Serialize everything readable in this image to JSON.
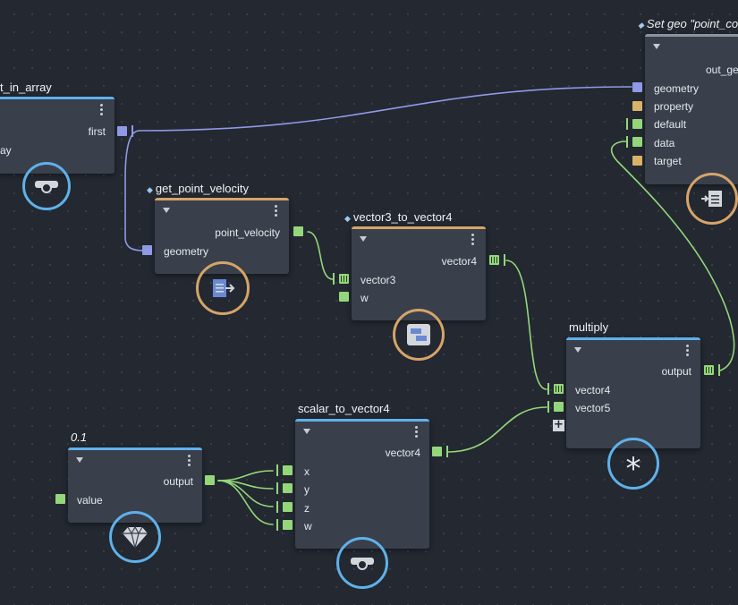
{
  "colors": {
    "background": "#232831",
    "node_body": "#39404b",
    "accent_blue": "#5fb1ea",
    "accent_orange": "#d6a469",
    "port_green": "#93d77a",
    "port_purple": "#8e9ae6",
    "port_yellow": "#d9b26a"
  },
  "nodes": {
    "get_first_in_array": {
      "title": "t_in_array",
      "outputs": [
        "first"
      ],
      "inputs": [
        "ray"
      ],
      "icon": "camera-icon"
    },
    "set_geo": {
      "title": "Set geo \"point_co",
      "outputs": [
        "out_ge"
      ],
      "inputs": [
        "geometry",
        "property",
        "default",
        "data",
        "target"
      ],
      "icon": "set-data-icon"
    },
    "get_point_velocity": {
      "title": "get_point_velocity",
      "outputs": [
        "point_velocity"
      ],
      "inputs": [
        "geometry"
      ],
      "icon": "get-data-icon"
    },
    "vector3_to_vector4": {
      "title": "vector3_to_vector4",
      "outputs": [
        "vector4"
      ],
      "inputs": [
        "vector3",
        "w"
      ],
      "icon": "convert-icon"
    },
    "multiply": {
      "title": "multiply",
      "outputs": [
        "output"
      ],
      "inputs": [
        "vector4",
        "vector5"
      ],
      "icon": "asterisk-icon",
      "symbol": "*"
    },
    "scalar_to_vector4": {
      "title": "scalar_to_vector4",
      "outputs": [
        "vector4"
      ],
      "inputs": [
        "x",
        "y",
        "z",
        "w"
      ],
      "icon": "camera-icon"
    },
    "constant": {
      "title": "0.1",
      "outputs": [
        "output"
      ],
      "inputs": [
        "value"
      ],
      "icon": "diamond-icon"
    }
  }
}
